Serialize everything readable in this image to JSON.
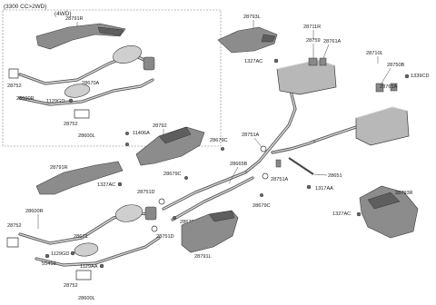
{
  "header": {
    "engine_note": "(3300 CC>2WD)",
    "variant_note": "(4WD)"
  },
  "parts": {
    "p28791R_a": "28791R",
    "p28752_a": "28752",
    "p28600R_a": "28600R",
    "p1129GD_a": "1129GD",
    "p28670A": "28670A",
    "p28752_b": "28752",
    "p28600L_a": "28600L",
    "p28793L": "28793L",
    "p1327AC_a": "1327AC",
    "p28711R": "28711R",
    "p28759": "28759",
    "p28761A_a": "28761A",
    "p28710L": "28710L",
    "p28750B": "28750B",
    "p28761A_b": "28761A",
    "p1339CD": "1339CD",
    "p28792": "28792",
    "p11406A": "11406A",
    "p28679C_a": "28679C",
    "p28751A_a": "28751A",
    "p28791R_b": "28791R",
    "p1327AC_b": "1327AC",
    "p28679C_b": "28679C",
    "p28665B": "28665B",
    "p28651": "28651",
    "p28751D_a": "28751D",
    "p28751A_b": "28751A",
    "p1317AA": "1317AA",
    "p28679C_c": "28679C",
    "p28679C_d": "28679C",
    "p28600R_b": "28600R",
    "p28752_c": "28752",
    "p28671": "28671",
    "p1129GD_b": "1129GD",
    "p55419": "55419",
    "p28751D_b": "28751D",
    "p1129AA": "1129AA",
    "p28791L": "28791L",
    "p28752_d": "28752",
    "p28600L_b": "28600L",
    "p28793R": "28793R",
    "p1327AC_c": "1327AC"
  }
}
